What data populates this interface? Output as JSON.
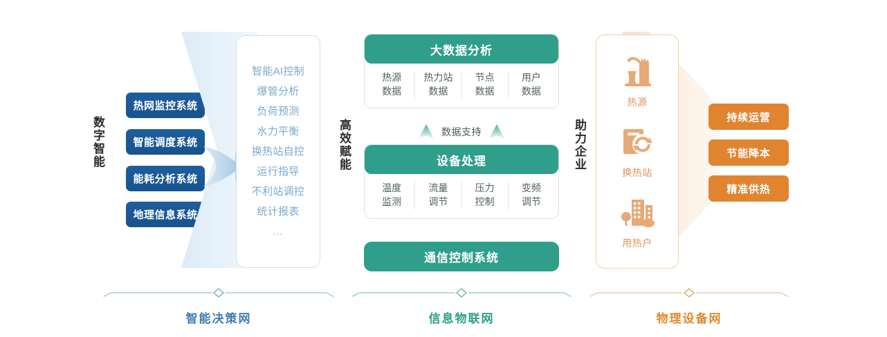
{
  "left": {
    "vertical_label": "数字智能",
    "systems": [
      {
        "label": "热网监控系统"
      },
      {
        "label": "智能调度系统"
      },
      {
        "label": "能耗分析系统"
      },
      {
        "label": "地理信息系统"
      }
    ],
    "capabilities": [
      "智能AI控制",
      "爆管分析",
      "负荷预测",
      "水力平衡",
      "换热站自控",
      "运行指导",
      "不利站调控",
      "统计报表",
      "…"
    ]
  },
  "middle": {
    "vertical_label": "高效赋能",
    "big_data": {
      "title": "大数据分析",
      "columns": [
        {
          "line1": "热源",
          "line2": "数据"
        },
        {
          "line1": "热力站",
          "line2": "数据"
        },
        {
          "line1": "节点",
          "line2": "数据"
        },
        {
          "line1": "用户",
          "line2": "数据"
        }
      ]
    },
    "connector_label": "数据支持",
    "device_process": {
      "title": "设备处理",
      "columns": [
        {
          "line1": "温度",
          "line2": "监测"
        },
        {
          "line1": "流量",
          "line2": "调节"
        },
        {
          "line1": "压力",
          "line2": "控制"
        },
        {
          "line1": "变频",
          "line2": "调节"
        }
      ]
    },
    "communication": {
      "title": "通信控制系统"
    }
  },
  "right": {
    "vertical_label": "助力企业",
    "devices": [
      {
        "label": "热源",
        "icon": "factory-heat-source-icon"
      },
      {
        "label": "换热站",
        "icon": "heat-exchange-station-icon"
      },
      {
        "label": "用热户",
        "icon": "buildings-consumer-icon"
      }
    ],
    "outcomes": [
      {
        "label": "持续运营"
      },
      {
        "label": "节能降本"
      },
      {
        "label": "精准供热"
      }
    ]
  },
  "footer": {
    "sections": [
      {
        "title": "智能决策网",
        "color": "#3f7cb5"
      },
      {
        "title": "信息物联网",
        "color": "#2f9e8b"
      },
      {
        "title": "物理设备网",
        "color": "#e0892f"
      }
    ]
  },
  "colors": {
    "blue_button": "#17538d",
    "blue_pale": "#dcebf7",
    "teal": "#2f9e8b",
    "orange_button": "#e08430",
    "orange_pale": "#f7e4d1",
    "text_dark": "#2b2b2b"
  }
}
